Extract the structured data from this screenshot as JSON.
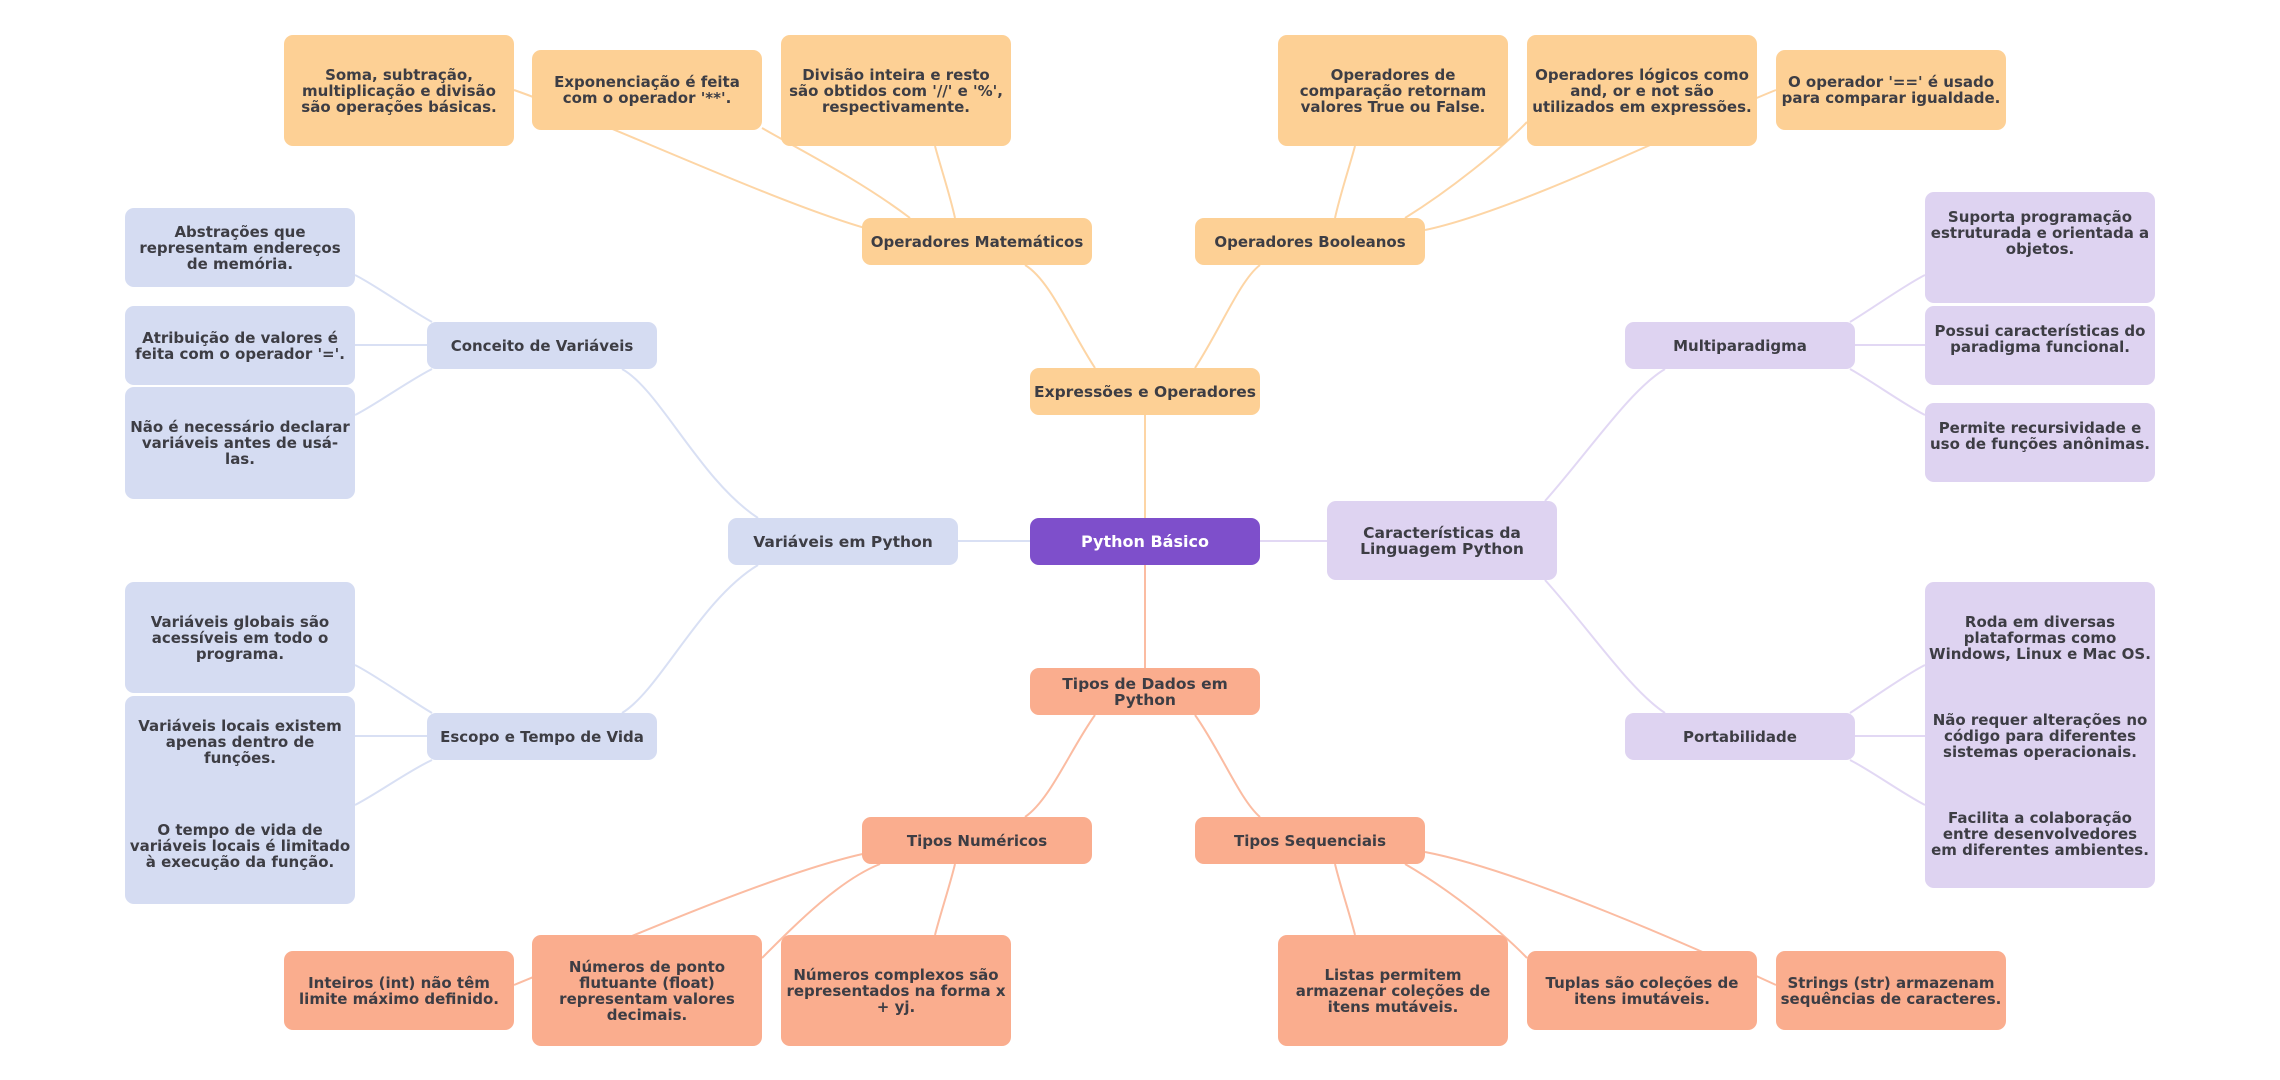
{
  "title": "Python Básico",
  "colors": {
    "root": "#7e4fcb",
    "expressions": "#fdd095",
    "variables": "#d5dcf2",
    "characteristics": "#ded3f1",
    "datatypes": "#faad8e",
    "text": "#3d3d44"
  },
  "root": {
    "label": "Python Básico"
  },
  "branches": {
    "expressions": {
      "label": "Expressões e Operadores",
      "math": {
        "label": "Operadores Matemáticos",
        "leaves": [
          "Soma, subtração, multiplicação e divisão são operações básicas.",
          "Exponenciação é feita com o operador '**'.",
          "Divisão inteira e resto são obtidos com '//' e '%', respectivamente."
        ]
      },
      "bool": {
        "label": "Operadores Booleanos",
        "leaves": [
          "Operadores de comparação retornam valores True ou False.",
          "Operadores lógicos como and, or e not são utilizados em expressões.",
          "O operador '==' é usado para comparar igualdade."
        ]
      }
    },
    "variables": {
      "label": "Variáveis em Python",
      "concept": {
        "label": "Conceito de Variáveis",
        "leaves": [
          "Abstrações que representam endereços de memória.",
          "Atribuição de valores é feita com o operador '='.",
          "Não é necessário declarar variáveis antes de usá-las."
        ]
      },
      "scope": {
        "label": "Escopo e Tempo de Vida",
        "leaves": [
          "Variáveis globais são acessíveis em todo o programa.",
          "Variáveis locais existem apenas dentro de funções.",
          "O tempo de vida de variáveis locais é limitado à execução da função."
        ]
      }
    },
    "characteristics": {
      "label": "Características da Linguagem Python",
      "multi": {
        "label": "Multiparadigma",
        "leaves": [
          "Suporta programação estruturada e orientada a objetos.",
          "Possui características do paradigma funcional.",
          "Permite recursividade e uso de funções anônimas."
        ]
      },
      "port": {
        "label": "Portabilidade",
        "leaves": [
          "Roda em diversas plataformas como Windows, Linux e Mac OS.",
          "Não requer alterações no código para diferentes sistemas operacionais.",
          "Facilita a colaboração entre desenvolvedores em diferentes ambientes."
        ]
      }
    },
    "datatypes": {
      "label": "Tipos de Dados em Python",
      "numeric": {
        "label": "Tipos Numéricos",
        "leaves": [
          "Inteiros (int) não têm limite máximo definido.",
          "Números de ponto flutuante (float) representam valores decimais.",
          "Números complexos são representados na forma x + yj."
        ]
      },
      "seq": {
        "label": "Tipos Sequenciais",
        "leaves": [
          "Listas permitem armazenar coleções de itens mutáveis.",
          "Tuplas são coleções de itens imutáveis.",
          "Strings (str) armazenam sequências de caracteres."
        ]
      }
    }
  }
}
